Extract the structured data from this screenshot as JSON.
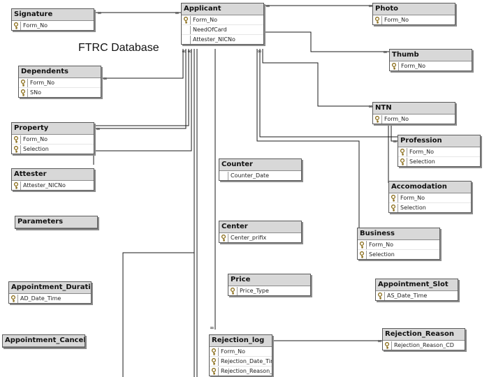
{
  "diagram_title": "FTRC Database",
  "tables": {
    "signature": {
      "name": "Signature",
      "columns": [
        {
          "name": "Form_No",
          "key": true
        }
      ]
    },
    "applicant": {
      "name": "Applicant",
      "columns": [
        {
          "name": "Form_No",
          "key": true
        },
        {
          "name": "NeedOfCard",
          "key": false
        },
        {
          "name": "Attester_NICNo",
          "key": false
        }
      ]
    },
    "photo": {
      "name": "Photo",
      "columns": [
        {
          "name": "Form_No",
          "key": true
        }
      ]
    },
    "thumb": {
      "name": "Thumb",
      "columns": [
        {
          "name": "Form_No",
          "key": true
        }
      ]
    },
    "dependents": {
      "name": "Dependents",
      "columns": [
        {
          "name": "Form_No",
          "key": true
        },
        {
          "name": "SNo",
          "key": true
        }
      ]
    },
    "property": {
      "name": "Property",
      "columns": [
        {
          "name": "Form_No",
          "key": true
        },
        {
          "name": "Selection",
          "key": true
        }
      ]
    },
    "ntn": {
      "name": "NTN",
      "columns": [
        {
          "name": "Form_No",
          "key": true
        }
      ]
    },
    "profession": {
      "name": "Profession",
      "columns": [
        {
          "name": "Form_No",
          "key": true
        },
        {
          "name": "Selection",
          "key": true
        }
      ]
    },
    "attester": {
      "name": "Attester",
      "columns": [
        {
          "name": "Attester_NICNo",
          "key": true
        }
      ]
    },
    "counter": {
      "name": "Counter",
      "columns": [
        {
          "name": "Counter_Date",
          "key": false
        }
      ]
    },
    "accomodation": {
      "name": "Accomodation",
      "columns": [
        {
          "name": "Form_No",
          "key": true
        },
        {
          "name": "Selection",
          "key": true
        }
      ]
    },
    "parameters": {
      "name": "Parameters",
      "columns": []
    },
    "center": {
      "name": "Center",
      "columns": [
        {
          "name": "Center_prifix",
          "key": true
        }
      ]
    },
    "business": {
      "name": "Business",
      "columns": [
        {
          "name": "Form_No",
          "key": true
        },
        {
          "name": "Selection",
          "key": true
        }
      ]
    },
    "price": {
      "name": "Price",
      "columns": [
        {
          "name": "Price_Type",
          "key": true
        }
      ]
    },
    "appointment_slot": {
      "name": "Appointment_Slot",
      "columns": [
        {
          "name": "AS_Date_Time",
          "key": true
        }
      ]
    },
    "appointment_duration": {
      "name": "Appointment_Duratio",
      "columns": [
        {
          "name": "AD_Date_Time",
          "key": true
        }
      ]
    },
    "appointment_cancel": {
      "name": "Appointment_Cancele",
      "columns": []
    },
    "rejection_log": {
      "name": "Rejection_log",
      "columns": [
        {
          "name": "Form_No",
          "key": true
        },
        {
          "name": "Rejection_Date_Time",
          "key": true
        },
        {
          "name": "Rejection_Reason_Cd",
          "key": true
        }
      ]
    },
    "rejection_reason": {
      "name": "Rejection_Reason",
      "columns": [
        {
          "name": "Rejection_Reason_CD",
          "key": true
        }
      ]
    }
  },
  "colors": {
    "line": "#1a1a1a",
    "title_bg": "#d8d8d8",
    "border": "#5a5a5a",
    "shadow": "#8c8c8c",
    "key": "#8a6d1a"
  },
  "icons": {
    "primary_key": "key-icon",
    "relationship_end": "infinity-icon"
  }
}
